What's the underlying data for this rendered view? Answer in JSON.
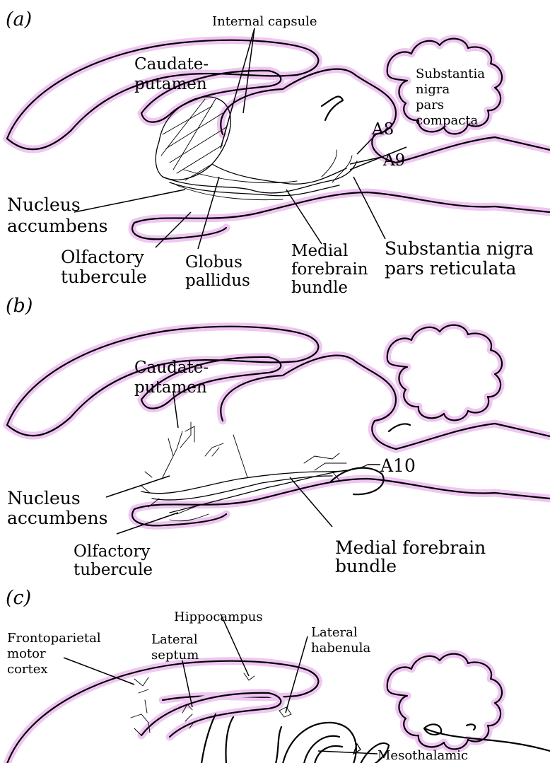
{
  "panels": [
    {
      "tag": "(a)",
      "labels": {
        "internal_capsule": "Internal capsule",
        "caudate_1": "Caudate-",
        "caudate_2": "putamen",
        "sn_compacta_1": "Substantia",
        "sn_compacta_2": "nigra",
        "sn_compacta_3": "pars",
        "sn_compacta_4": "compacta",
        "a8": "A8",
        "a9": "A9",
        "nucleus_1": "Nucleus",
        "nucleus_2": "accumbens",
        "olfactory_1": "Olfactory",
        "olfactory_2": "tubercule",
        "globus_1": "Globus",
        "globus_2": "pallidus",
        "mfb_1": "Medial",
        "mfb_2": "forebrain",
        "mfb_3": "bundle",
        "sn_reticulata_1": "Substantia nigra",
        "sn_reticulata_2": "pars reticulata"
      }
    },
    {
      "tag": "(b)",
      "labels": {
        "caudate_1": "Caudate-",
        "caudate_2": "putamen",
        "a10": "A10",
        "nucleus_1": "Nucleus",
        "nucleus_2": "accumbens",
        "olfactory_1": "Olfactory",
        "olfactory_2": "tubercule",
        "mfb_1": "Medial forebrain",
        "mfb_2": "bundle"
      }
    },
    {
      "tag": "(c)",
      "labels": {
        "hippocampus": "Hippocampus",
        "frontoparietal_1": "Frontoparietal",
        "frontoparietal_2": "motor",
        "frontoparietal_3": "cortex",
        "lateral_septum_1": "Lateral",
        "lateral_septum_2": "septum",
        "lateral_habenula_1": "Lateral",
        "lateral_habenula_2": "habenula",
        "mesothalamic": "Mesothalamic"
      }
    }
  ],
  "colors": {
    "outline_glow": "#efc6f2",
    "ink": "#000000"
  }
}
